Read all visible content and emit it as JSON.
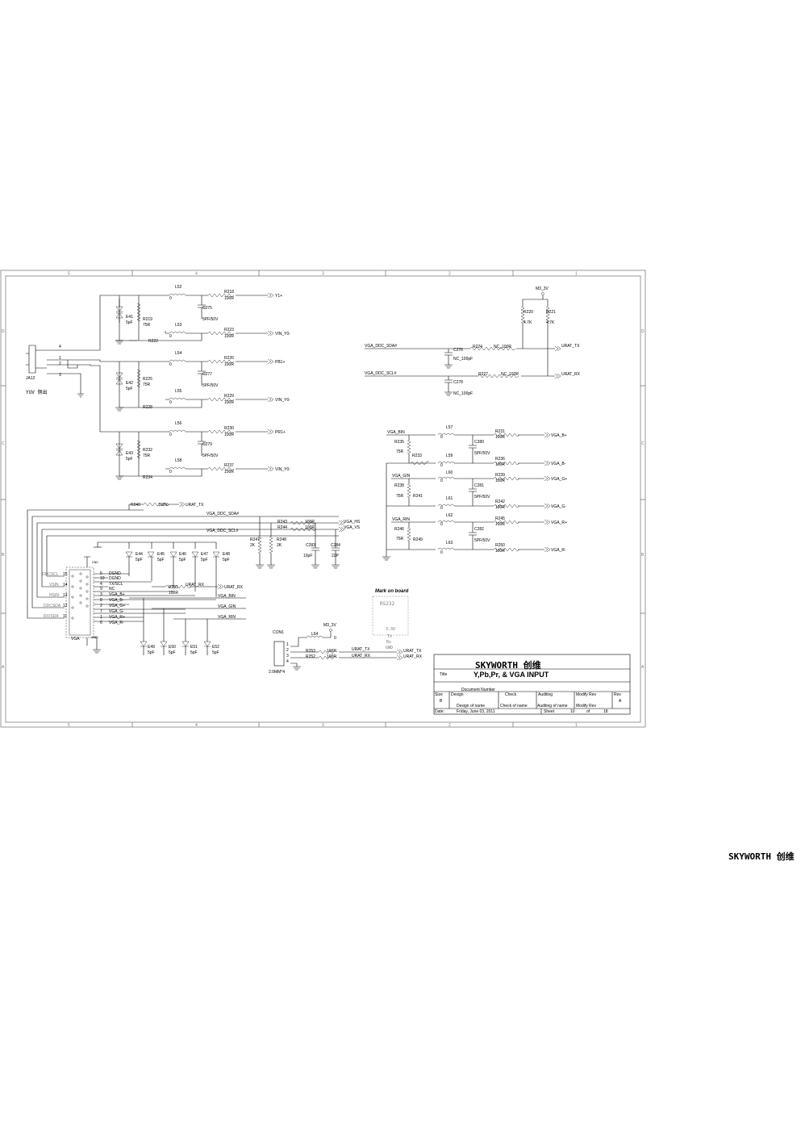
{
  "title_block": {
    "brand": "SKYWORTH 创维",
    "title_label": "Title",
    "title": "Y,Pb,Pr, & VGA INPUT",
    "doc_number_label": "Document Number",
    "size_label": "Size",
    "size_value": "B",
    "design_label": "Design",
    "design_value": "Design of name",
    "check_label": "Check",
    "check_value": "Check  of  name",
    "auditing_label": "Auditing",
    "auditing_value": "Auditing of name",
    "modify_label": "Modify Rev",
    "modify_value": "Modify Rev",
    "rev_label": "Rev",
    "rev_value": "A",
    "date_label": "Date:",
    "date_value": "Friday, June 03, 2011",
    "sheet_label": "Sheet",
    "sheet_value": "10",
    "of_label": "of",
    "of_value": "18"
  },
  "footer_brand": "SKYWORTH 创维",
  "border": {
    "top_numbers": [
      "5",
      "4",
      "3",
      "2",
      "1"
    ],
    "bottom_numbers": [
      "5",
      "4",
      "3",
      "2",
      "1"
    ],
    "side_letters": [
      "D",
      "C",
      "B",
      "A"
    ]
  },
  "ypbpr": {
    "jack_ref": "JA12",
    "jack_caption": "YUV 侧出",
    "jack_pins": [
      "4",
      "1",
      "2",
      "3"
    ],
    "rows": [
      {
        "inductor": "L52",
        "ind_val": "0",
        "resistor": "R218",
        "res_val": "100R",
        "net": "Y1+"
      },
      {
        "inductor": "L53",
        "ind_val": "0",
        "resistor": "R223",
        "res_val": "100R",
        "net": "VIN_Y0-"
      },
      {
        "inductor": "L54",
        "ind_val": "0",
        "resistor": "R226",
        "res_val": "100R",
        "net": "PB1+"
      },
      {
        "inductor": "L55",
        "ind_val": "0",
        "resistor": "R229",
        "res_val": "100R",
        "net": "VIN_Y0-"
      },
      {
        "inductor": "L56",
        "ind_val": "0",
        "resistor": "R230",
        "res_val": "100R",
        "net": "PR1+"
      },
      {
        "inductor": "L58",
        "ind_val": "0",
        "resistor": "R237",
        "res_val": "100R",
        "net": "VIN_Y0-"
      }
    ],
    "groups": [
      {
        "diode": "E41",
        "diode_val": "5pF",
        "term": "R219",
        "term_val": "75R",
        "gnd_res": "R222",
        "cap": "C275",
        "cap_val": "5PF/50V"
      },
      {
        "diode": "E42",
        "diode_val": "5pF",
        "term": "R225",
        "term_val": "75R",
        "gnd_res": "R228",
        "cap": "C277",
        "cap_val": "5PF/50V"
      },
      {
        "diode": "E43",
        "diode_val": "5pF",
        "term": "R232",
        "term_val": "75R",
        "gnd_res": "R234",
        "cap": "C279",
        "cap_val": "5PF/50V"
      }
    ]
  },
  "uart_top": {
    "supply": "M3_3V",
    "pullups": [
      {
        "ref": "R220",
        "val": "4.7K"
      },
      {
        "ref": "R221",
        "val": "4.7K"
      }
    ],
    "lines": [
      {
        "net": "VGA_DDC_SDA#",
        "cap": "C276",
        "cap_val": "NC_100pF",
        "res": "R224",
        "res_val": "NC_100R",
        "port": "URAT_TX"
      },
      {
        "net": "VGA_DDC_SCL#",
        "cap": "C278",
        "cap_val": "NC_100pF",
        "res": "R227",
        "res_val": "NC_100R",
        "port": "URAT_RX"
      }
    ]
  },
  "rgb": {
    "channels": [
      {
        "in_net": "VGA_BIN",
        "term": "R235",
        "term_val": "75R",
        "gnd_res": "R233",
        "ind_a": "L57",
        "ind_b": "L59",
        "cap": "C280",
        "cap_val": "5PF/50V",
        "res_a": "R231",
        "res_b": "R236",
        "res_val": "100R",
        "out_a": "VGA_B+",
        "out_b": "VGA_B-"
      },
      {
        "in_net": "VGA_GIN",
        "term": "R238",
        "term_val": "75R",
        "gnd_res": "R241",
        "ind_a": "L60",
        "ind_b": "L61",
        "cap": "C281",
        "cap_val": "5PF/50V",
        "res_a": "R239",
        "res_b": "R242",
        "res_val": "100R",
        "out_a": "VGA_G+",
        "out_b": "VGA_G-"
      },
      {
        "in_net": "VGA_RIN",
        "term": "R246",
        "term_val": "75R",
        "gnd_res": "R249",
        "ind_a": "L62",
        "ind_b": "L63",
        "cap": "C282",
        "cap_val": "5PF/50V",
        "res_a": "R245",
        "res_b": "R250",
        "res_val": "100R",
        "out_a": "VGA_R+",
        "out_b": "VGA_R-"
      }
    ],
    "ind_val": "0"
  },
  "vga": {
    "connector": "VGA",
    "r240": "R240",
    "r240_val": "100R",
    "r240_port": "URAT_TX",
    "sda_net": "VGA_DDC_SDA#",
    "scl_net": "VGA_DDC_SCL#",
    "hs": {
      "ref": "R243",
      "val": "100R",
      "port": "VGA_HS"
    },
    "vs": {
      "ref": "R244",
      "val": "100R",
      "port": "VGA_VS"
    },
    "r247": "R247",
    "r247_val": "2K",
    "r248": "R248",
    "r248_val": "2K",
    "c283": "C283",
    "c283_val": "10pF",
    "c284": "C284",
    "c284_val": "22P",
    "top_diodes": [
      {
        "ref": "E44",
        "val": "5pF"
      },
      {
        "ref": "E45",
        "val": "5pF"
      },
      {
        "ref": "E46",
        "val": "5pF"
      },
      {
        "ref": "E47",
        "val": "5pF"
      },
      {
        "ref": "E48",
        "val": "5pF"
      }
    ],
    "bottom_diodes": [
      {
        "ref": "E49",
        "val": "5pF"
      },
      {
        "ref": "E50",
        "val": "5pF"
      },
      {
        "ref": "E51",
        "val": "5pF"
      },
      {
        "ref": "E52",
        "val": "5pF"
      }
    ],
    "left_pins": [
      {
        "name": "DDCSCL",
        "num": "15"
      },
      {
        "name": "VSIN",
        "num": "14"
      },
      {
        "name": "HSIN",
        "num": "13"
      },
      {
        "name": "DDCSDA",
        "num": "12"
      },
      {
        "name": "RX/SDA",
        "num": "11"
      }
    ],
    "right_pins": [
      {
        "num": "5",
        "name": "DGND"
      },
      {
        "num": "10",
        "name": "DGND"
      },
      {
        "num": "4",
        "name": "TX/SCL"
      },
      {
        "num": "9",
        "name": "NC"
      },
      {
        "num": "3",
        "name": "VGA_B+"
      },
      {
        "num": "8",
        "name": "VGA_B-"
      },
      {
        "num": "2",
        "name": "VGA_G+"
      },
      {
        "num": "7",
        "name": "VGA_G-"
      },
      {
        "num": "1",
        "name": "VGA_R+"
      },
      {
        "num": "6",
        "name": "VGA_R-"
      }
    ],
    "gnd_label": "GND",
    "r251": "R251",
    "r251_val": "100R",
    "r251_port": "URAT_RX",
    "bin_net": "VGA_BIN",
    "gin_net": "VGA_GIN",
    "rin_net": "VGA_RIN"
  },
  "con1": {
    "ref": "CON1",
    "footprint": "2.0MM*4",
    "pins": [
      "1",
      "2",
      "3",
      "4"
    ],
    "supply": "M3_3V",
    "inductor": "L64",
    "ind_val": "0",
    "r253": "R253",
    "r252": "R252",
    "res_val": "100R",
    "tx": "URAT_TX",
    "rx": "URAT_RX"
  },
  "mark_on_board": {
    "heading": "Mark on board",
    "label": "RS232",
    "lines": [
      "3.3V",
      "Tx",
      "Rx",
      "GND"
    ]
  }
}
